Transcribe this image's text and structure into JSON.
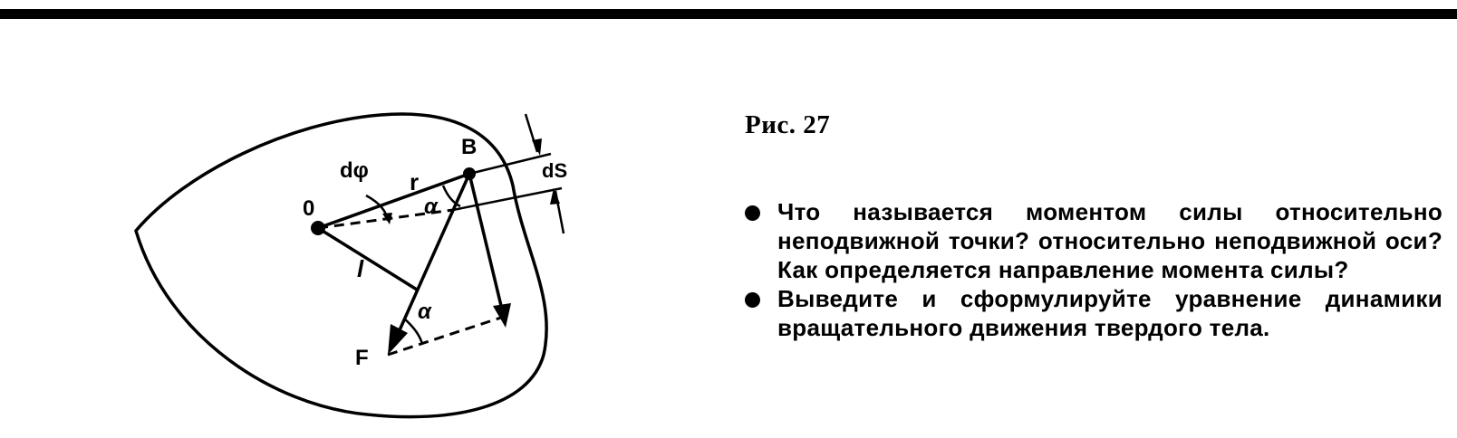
{
  "figure": {
    "caption": "Рис. 27",
    "labels": {
      "origin": "0",
      "point": "B",
      "radius": "r",
      "angle_dphi": "dφ",
      "alpha_top": "α",
      "alpha_bottom": "α",
      "lever_arm": "l",
      "force": "F",
      "displacement": "dS"
    }
  },
  "questions": [
    "Что называется моментом силы относительно неподвижной точки? относительно неподвижной оси? Как определяется направление момента силы?",
    "Выведите и сформулируйте уравнение динамики вращательного движения твердого тела."
  ]
}
